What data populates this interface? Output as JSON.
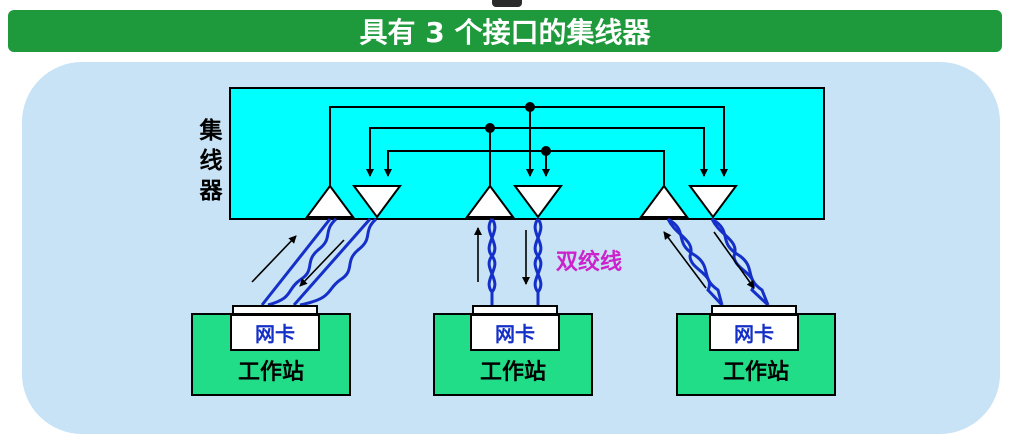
{
  "title": "具有 3 个接口的集线器",
  "hub": {
    "label_chars": [
      "集",
      "线",
      "器"
    ]
  },
  "cable_label": "双绞线",
  "workstations": [
    {
      "nic": "网卡",
      "label": "工作站"
    },
    {
      "nic": "网卡",
      "label": "工作站"
    },
    {
      "nic": "网卡",
      "label": "工作站"
    }
  ],
  "colors": {
    "title_bg": "#1e9a3c",
    "panel_bg": "#c8e3f6",
    "hub_fill": "#00ffff",
    "workstation_fill": "#22dd88",
    "cable": "#1530c8",
    "cable_label": "#cc22cc",
    "nic_text": "#1530c8"
  }
}
